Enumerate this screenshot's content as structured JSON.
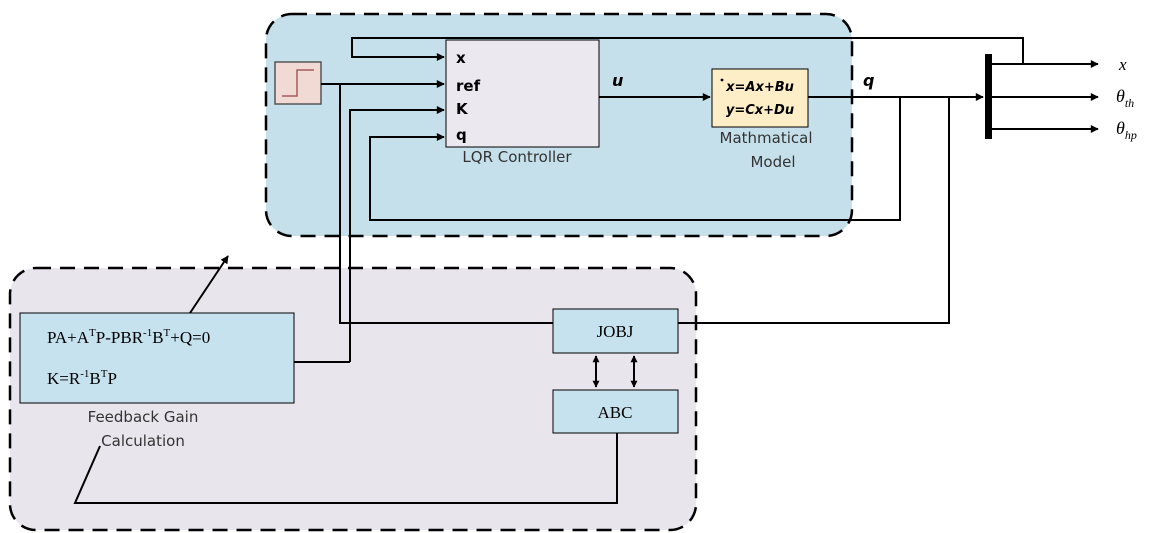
{
  "lqr_block": {
    "ports": [
      "x",
      "ref",
      "K",
      "q"
    ],
    "label": "LQR Controller",
    "output": "u"
  },
  "model_block": {
    "eq1": {
      "dot": "x",
      "rest": "=Ax+Bu"
    },
    "eq2": "y=Cx+Du",
    "label_line1": "Mathmatical",
    "label_line2": "Model",
    "output": "q"
  },
  "outputs": {
    "out1": "x",
    "out2": {
      "base": "θ",
      "sub": "th"
    },
    "out3": {
      "base": "θ",
      "sub": "hp"
    }
  },
  "gain_block": {
    "eq1": {
      "a": "PA+A",
      "sup1": "T",
      "b": "P-PBR",
      "sup2": "-1",
      "c": "B",
      "sup3": "T",
      "d": "+Q=0"
    },
    "eq2": {
      "a": "K=R",
      "sup1": "-1",
      "b": "B",
      "sup2": "T",
      "c": "P"
    },
    "label_line1": "Feedback Gain",
    "label_line2": "Calculation"
  },
  "jobj_block": {
    "label": "JOBJ"
  },
  "abc_block": {
    "label": "ABC"
  },
  "colors": {
    "top_panel": "#c5e0ea",
    "bottom_panel": "#e9e5ec",
    "lqr_fill": "#ece8f0",
    "model_fill": "#fdeec8",
    "gain_fill": "#c6e2ee",
    "small_box_fill": "#c6e2ee",
    "step_fill": "#f1d9d4",
    "step_line": "#a35c5c",
    "line": "#000000"
  }
}
